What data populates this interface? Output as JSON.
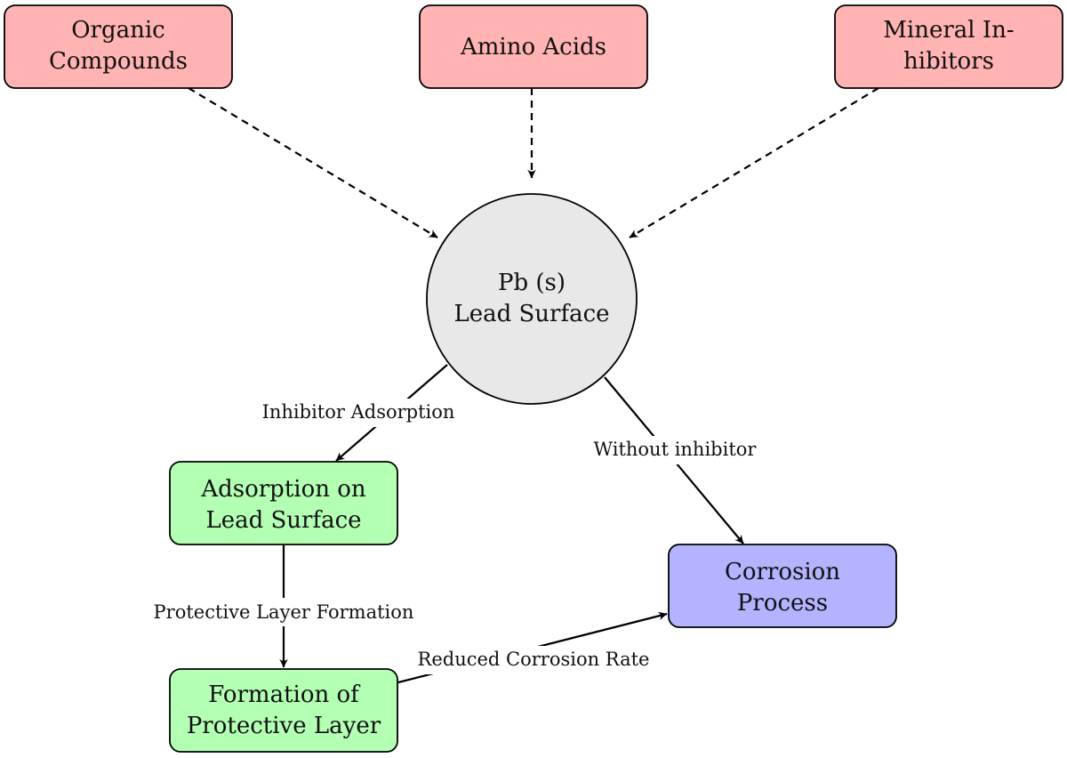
{
  "colors": {
    "inhibitor_fill": "#ffb3b3",
    "surface_fill": "#e8e8e8",
    "adsorption_fill": "#b3ffb3",
    "corrosion_fill": "#b3b3ff",
    "stroke": "#000000"
  },
  "nodes": {
    "organic": {
      "lines": [
        "Organic",
        "Compounds"
      ]
    },
    "amino": {
      "lines": [
        "Amino Acids"
      ]
    },
    "mineral": {
      "lines": [
        "Mineral In-",
        "hibitors"
      ]
    },
    "lead": {
      "lines": [
        "Pb (s)",
        "Lead Surface"
      ]
    },
    "adsorption": {
      "lines": [
        "Adsorption on",
        "Lead Surface"
      ]
    },
    "formation": {
      "lines": [
        "Formation of",
        "Protective Layer"
      ]
    },
    "corrosion": {
      "lines": [
        "Corrosion",
        "Process"
      ]
    }
  },
  "edges": {
    "organic_to_lead": {
      "style": "dashed"
    },
    "amino_to_lead": {
      "style": "dashed"
    },
    "mineral_to_lead": {
      "style": "dashed"
    },
    "lead_to_adsorption": {
      "style": "solid",
      "label": "Inhibitor Adsorption"
    },
    "lead_to_corrosion": {
      "style": "solid",
      "label": "Without inhibitor"
    },
    "adsorption_to_formation": {
      "style": "solid",
      "label": "Protective Layer Formation"
    },
    "formation_to_corrosion": {
      "style": "solid",
      "label": "Reduced Corrosion Rate"
    }
  }
}
